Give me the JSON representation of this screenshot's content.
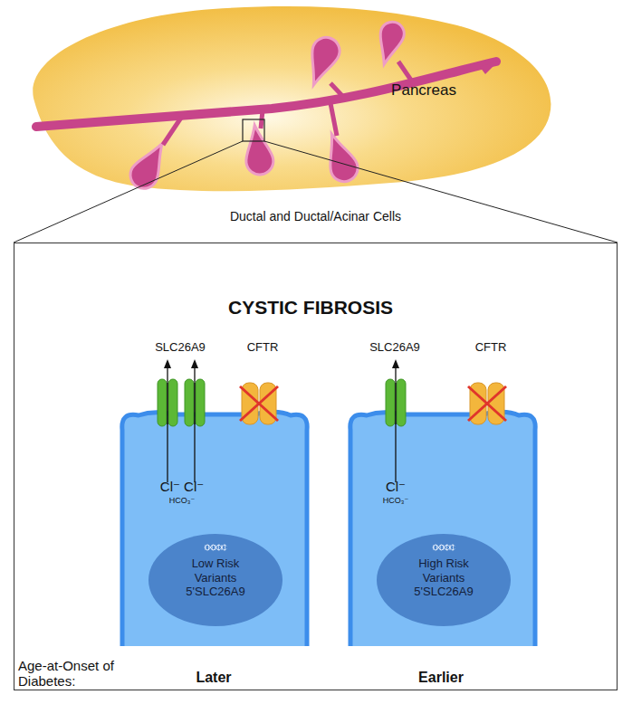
{
  "diagram": {
    "nodes": [
      {
        "text": [
          "Ductal and Ductal/Acinar Cells"
        ]
      },
      {
        "text": [
          "Cl⁻ Cl⁻",
          "HCO₃⁻"
        ],
        "in": 0
      },
      {
        "text": [
          "Low Risk Variants 5'SLC26A9"
        ],
        "in": 1
      },
      {
        "text": [
          "Cl⁻",
          "HCO₃⁻"
        ],
        "in": 0
      },
      {
        "text": [
          "High Risk Variants 5'SLC26A9"
        ],
        "in": 3
      }
    ],
    "labels": [
      "Pancreas",
      "CYSTIC FIBROSIS",
      "SLC26A9",
      "CFTR",
      "SLC26A9",
      "CFTR",
      "Age-at-Onset of Diabetes:",
      "Later",
      "Earlier"
    ]
  }
}
